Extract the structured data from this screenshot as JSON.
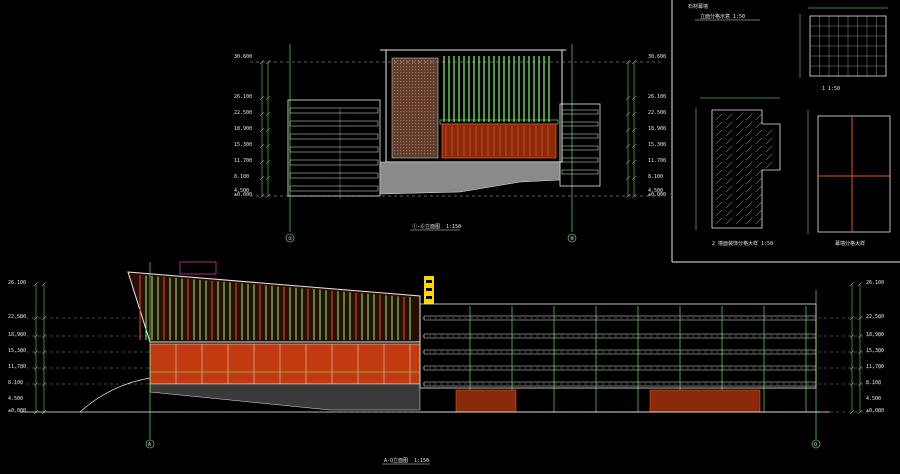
{
  "drawing": {
    "colors": {
      "background": "#000000",
      "glazing_green": "#7cff6a",
      "orange_panel": "#e0541a",
      "red_panel": "#c23a10",
      "white_line": "#e8e8e8",
      "cyan_dim": "#5fd6ff",
      "yellow": "#ffd800",
      "grey_plinth": "#8a8a8a",
      "magenta": "#ff4fd8"
    },
    "upper_elevation": {
      "title": "①-⑥立面图",
      "scale": "1:150",
      "axis_left": "①",
      "axis_right": "⑥",
      "level_labels": [
        "30.600",
        "26.100",
        "22.500",
        "18.900",
        "15.300",
        "11.700",
        "8.100",
        "4.500",
        "±0.000"
      ]
    },
    "lower_elevation": {
      "title": "A-Q立面图",
      "scale": "1:150",
      "axis_left": "A",
      "axis_right": "Q",
      "level_labels": [
        "26.100",
        "22.500",
        "18.900",
        "15.300",
        "11.700",
        "8.100",
        "4.500",
        "±0.000"
      ]
    },
    "detail_panel": {
      "title": "幕墙分格大样",
      "subtitle_top": "立面分格示意 1:50",
      "subtitle_mid": "1 1:50",
      "subtitle_bottom": "2 墙面装饰分格大样 1:50",
      "note": "石材幕墙"
    }
  }
}
